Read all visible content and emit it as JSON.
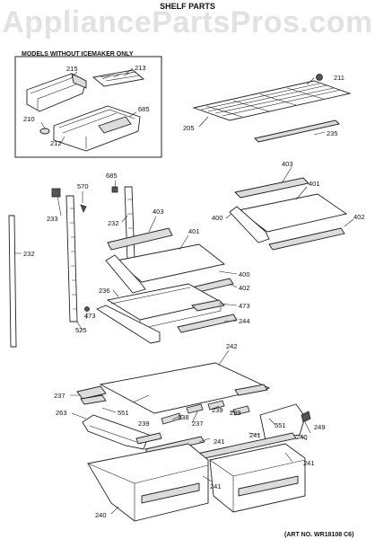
{
  "watermark": "AppliancePartsPros.com",
  "title": "SHELF PARTS",
  "box_label": "MODELS WITHOUT ICEMAKER ONLY",
  "art_no": "(ART NO. WR18108 C6)",
  "callouts": {
    "c215": "215",
    "c213": "213",
    "c685a": "685",
    "c210": "210",
    "c212": "212",
    "c211": "211",
    "c205": "205",
    "c235": "235",
    "c403a": "403",
    "c401a": "401",
    "c400a": "400",
    "c402a": "402",
    "c570": "570",
    "c685b": "685",
    "c233": "233",
    "c232a": "232",
    "c232b": "232",
    "c403b": "403",
    "c401b": "401",
    "c400b": "400",
    "c402b": "402",
    "c236": "236",
    "c473a": "473",
    "c473b": "473",
    "c244": "244",
    "c525": "525",
    "c242": "242",
    "c237a": "237",
    "c263": "263",
    "c551a": "551",
    "c239a": "239",
    "c238": "238",
    "c237b": "237",
    "c239b": "239",
    "c239c": "239",
    "c551b": "551",
    "c249": "249",
    "c240a": "240",
    "c241a": "241",
    "c241b": "241",
    "c241c": "241",
    "c241d": "241",
    "c240b": "240"
  }
}
